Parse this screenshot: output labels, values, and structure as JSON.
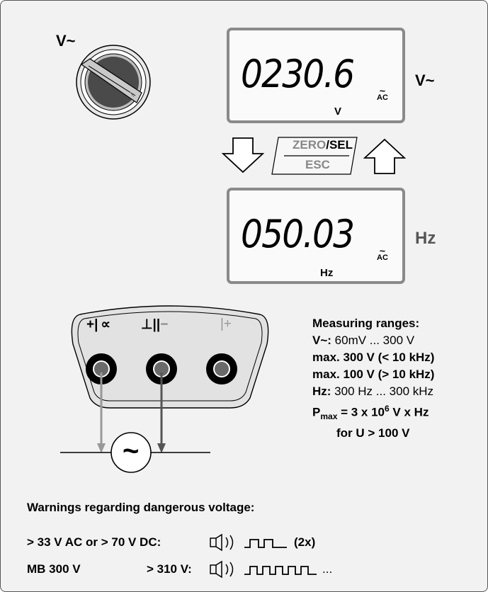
{
  "switch": {
    "label": "V~"
  },
  "display_voltage": {
    "reading": "0230.6",
    "unit": "V",
    "mode_top": "~",
    "mode_bottom": "AC",
    "side_label": "V~"
  },
  "display_freq": {
    "reading": "050.03",
    "unit": "Hz",
    "mode_top": "~",
    "mode_bottom": "AC",
    "side_label": "Hz"
  },
  "key": {
    "zero": "ZERO",
    "slash": "/",
    "sel": "SEL",
    "esc": "ESC"
  },
  "jacks": {
    "label1": "+|",
    "label1b": "∝",
    "label2": "⊥||",
    "label2b": "−",
    "label3": "|+"
  },
  "source": {
    "symbol": "~"
  },
  "ranges": {
    "title": "Measuring ranges:",
    "v_key": "V~:",
    "v_val": " 60mV ... 300 V",
    "max1": "max. 300 V (< 10 kHz)",
    "max2": "max. 100 V   (> 10 kHz)",
    "hz_key": "Hz:",
    "hz_val": " 300 Hz ... 300 kHz",
    "pmax_p": "P",
    "pmax_sub": "max",
    "pmax_eq": " = 3 x 10",
    "pmax_sup": "6",
    "pmax_rest": " V x Hz",
    "cond": "for U > 100 V"
  },
  "warnings": {
    "title": "Warnings regarding dangerous voltage:",
    "row1_label": "> 33 V AC or > 70 V DC:",
    "row1_count": "(2x)",
    "row2_label": "MB 300 V",
    "row2_cond": "> 310 V:",
    "row2_more": "..."
  }
}
